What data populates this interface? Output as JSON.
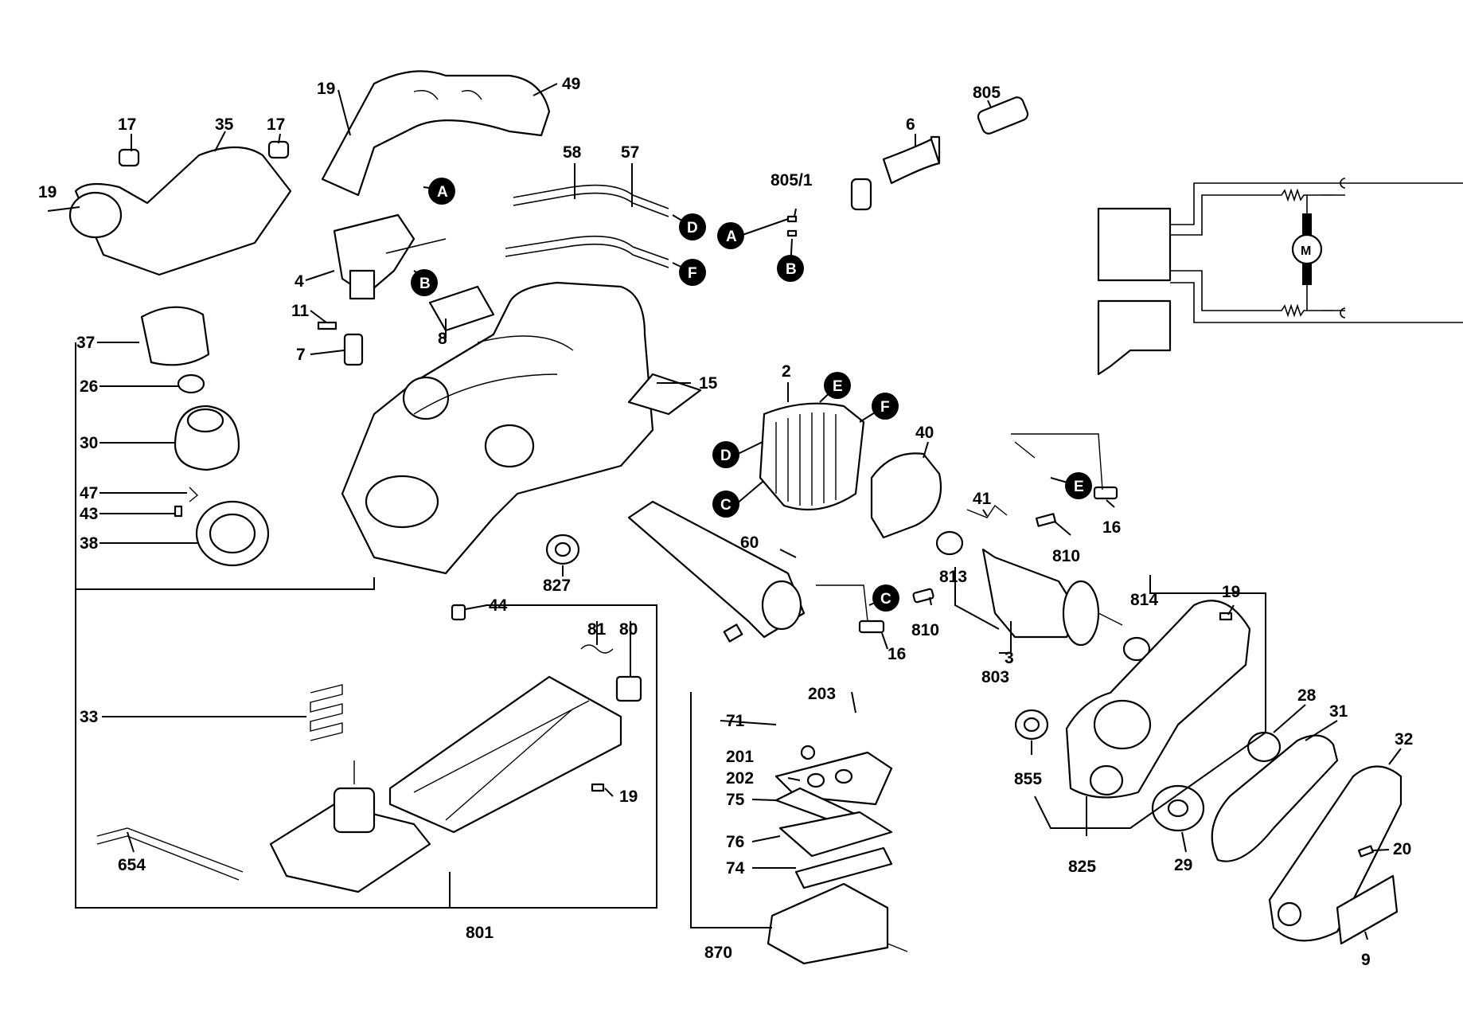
{
  "diagram": {
    "part_numbers": [
      "19",
      "49",
      "17",
      "35",
      "17",
      "19",
      "58",
      "57",
      "805",
      "6",
      "805/1",
      "4",
      "11",
      "7",
      "8",
      "37",
      "26",
      "30",
      "47",
      "43",
      "38",
      "15",
      "2",
      "40",
      "41",
      "16",
      "810",
      "813",
      "814",
      "19",
      "827",
      "60",
      "810",
      "16",
      "3",
      "803",
      "44",
      "81",
      "80",
      "33",
      "203",
      "71",
      "201",
      "202",
      "75",
      "76",
      "74",
      "855",
      "825",
      "28",
      "31",
      "32",
      "20",
      "29",
      "9",
      "654",
      "801",
      "19",
      "870"
    ],
    "connectors": [
      "A",
      "B",
      "D",
      "F",
      "A",
      "B",
      "E",
      "F",
      "D",
      "C",
      "E",
      "C"
    ],
    "schematic": {
      "motor_label": "M"
    }
  }
}
